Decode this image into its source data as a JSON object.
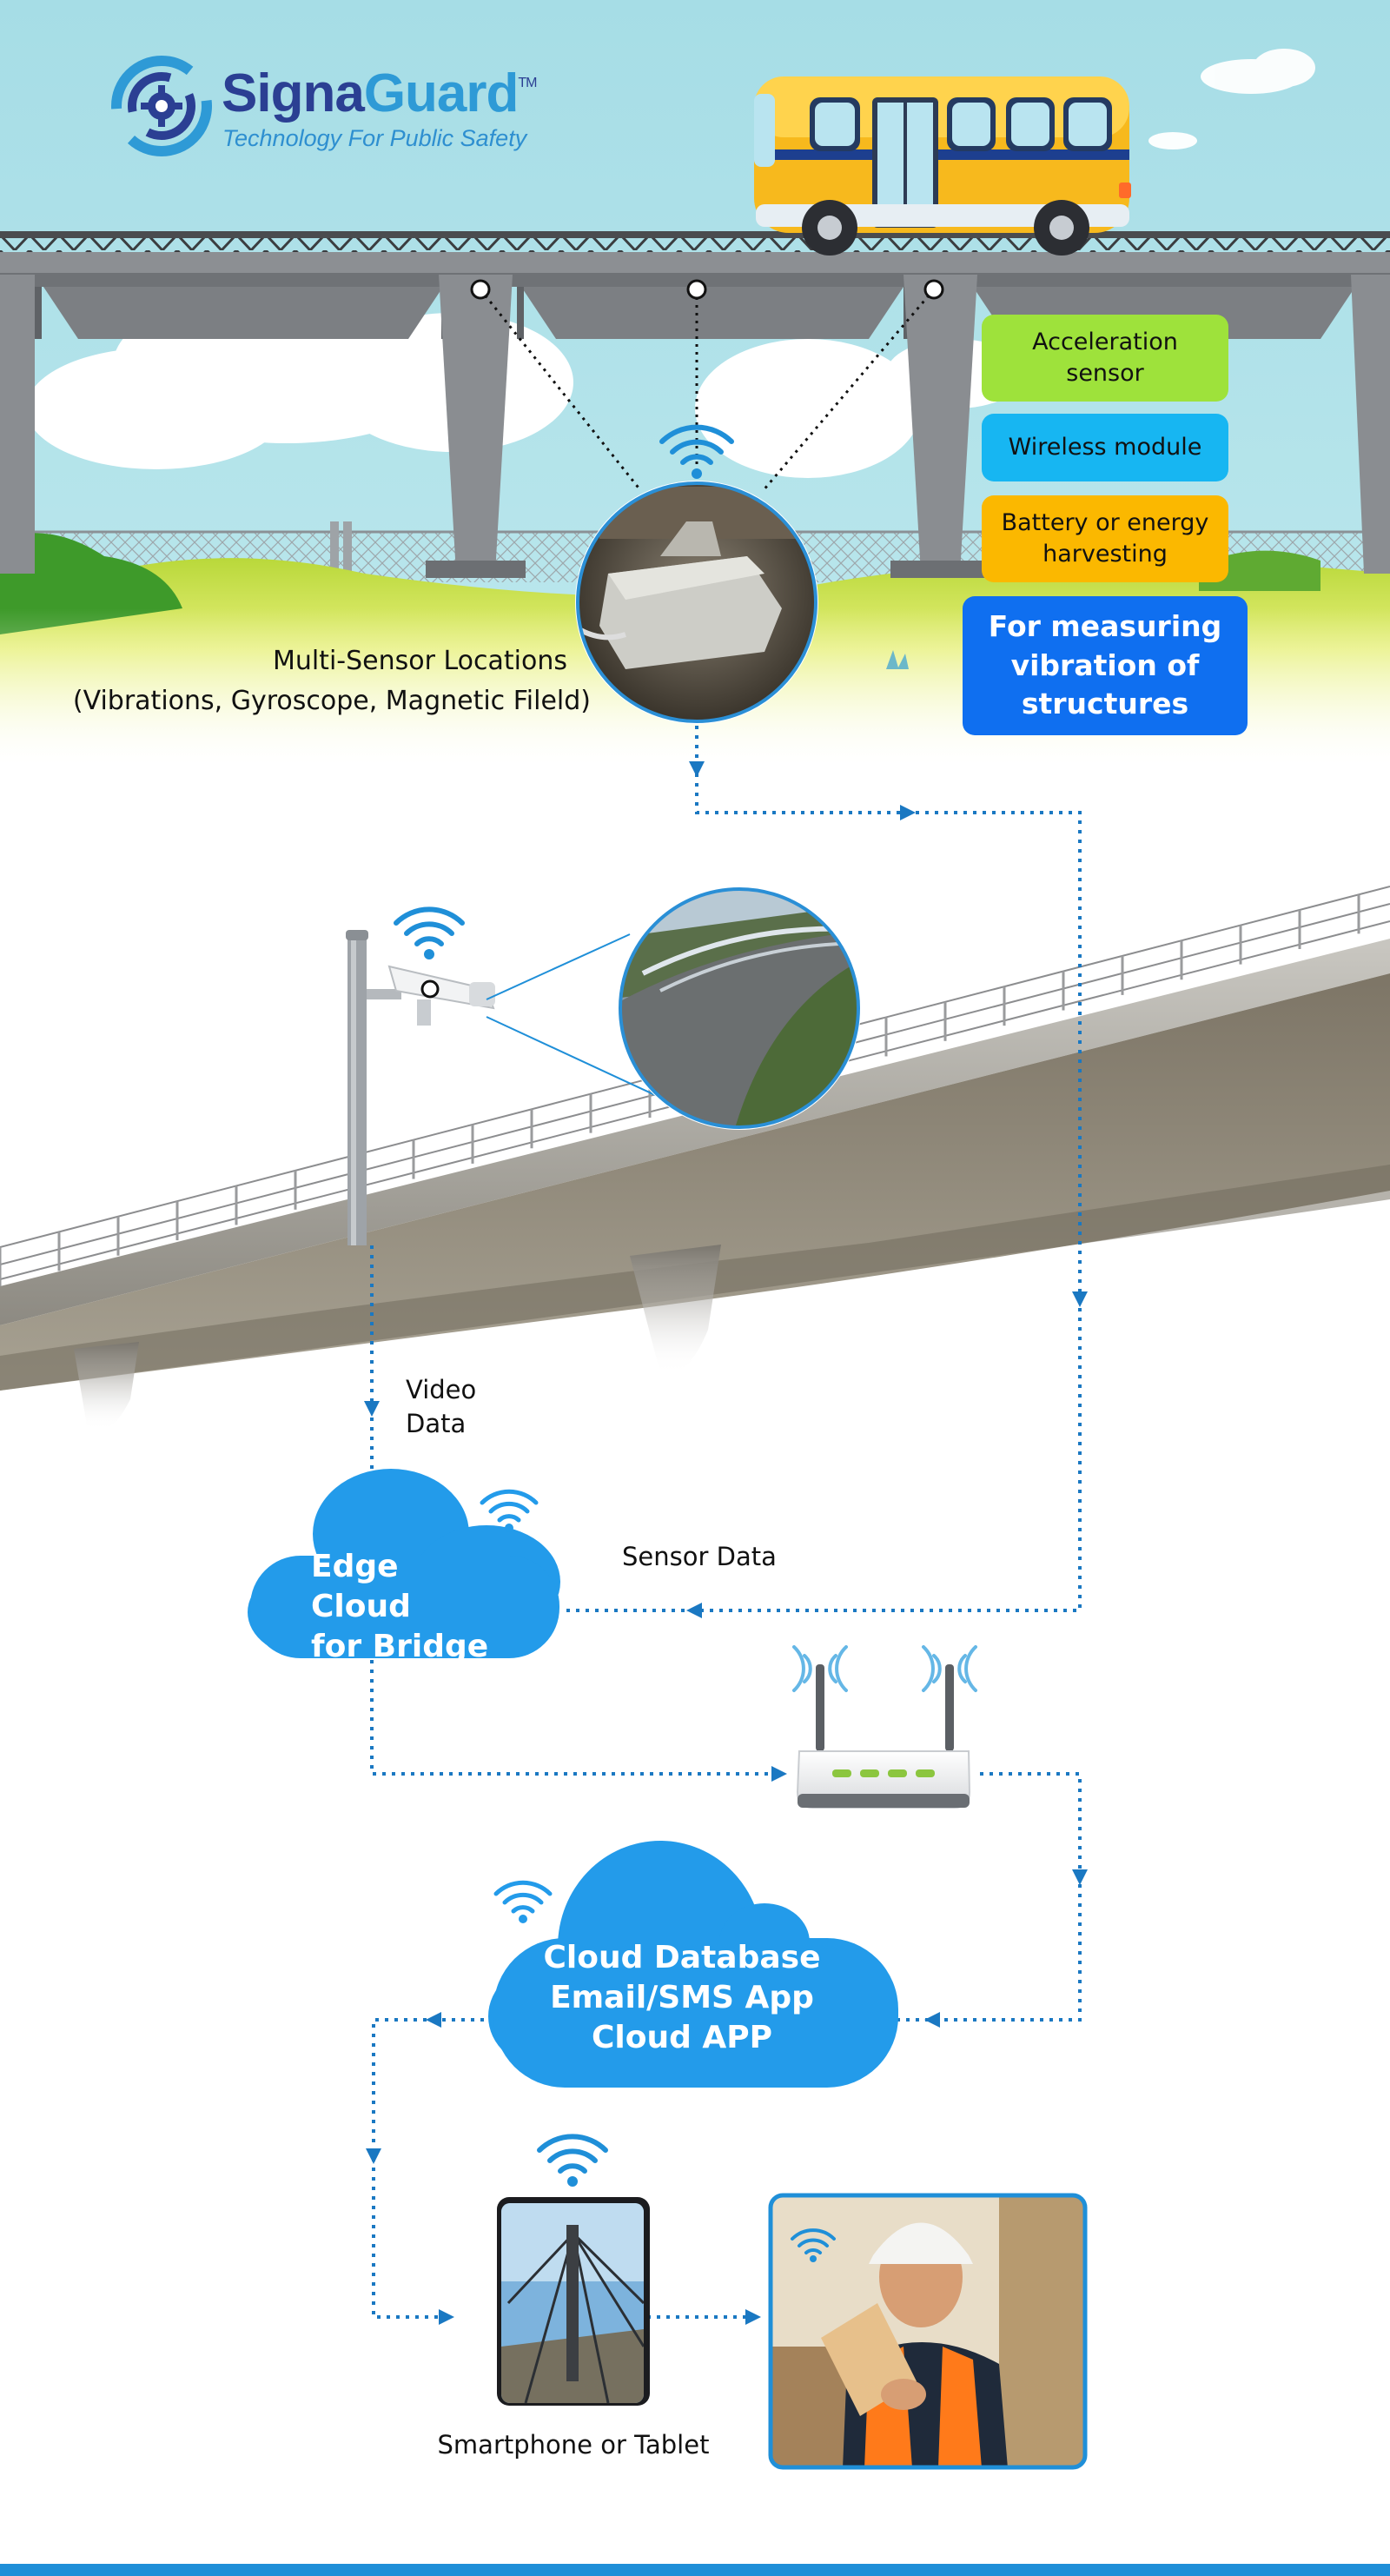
{
  "brand": {
    "name_part1": "Signa",
    "name_part2": "Guard",
    "trademark": "TM",
    "tagline": "Technology For Public Safety"
  },
  "sensor_legend": [
    {
      "label": "Acceleration\nsensor",
      "color": "#9ee23b"
    },
    {
      "label": "Wireless module",
      "color": "#17b6f2"
    },
    {
      "label": "Battery or energy\nharvesting",
      "color": "#fbb800"
    }
  ],
  "purpose_box": {
    "label": "For measuring\nvibration of\nstructures",
    "color": "#0f6ff0"
  },
  "sensor_locations": {
    "line1": "Multi-Sensor Locations",
    "line2": "(Vibrations, Gyroscope, Magnetic Fileld)"
  },
  "video_data": {
    "line1": "Video",
    "line2": "Data"
  },
  "sensor_data": "Sensor Data",
  "edge_cloud": {
    "line1": "Edge Cloud",
    "line2": "for Bridge"
  },
  "cloud_db": {
    "line1": "Cloud Database",
    "line2": "Email/SMS App",
    "line3": "Cloud APP"
  },
  "device_caption": "Smartphone or Tablet",
  "colors": {
    "sky": "#a8dfe6",
    "accent_blue": "#1f8fd8",
    "cloud_blue": "#239bea",
    "flow_line": "#1a78c2"
  },
  "icons": [
    "signaguard-logo-icon",
    "wifi-icon",
    "router-icon",
    "security-camera-icon",
    "tablet-icon"
  ]
}
